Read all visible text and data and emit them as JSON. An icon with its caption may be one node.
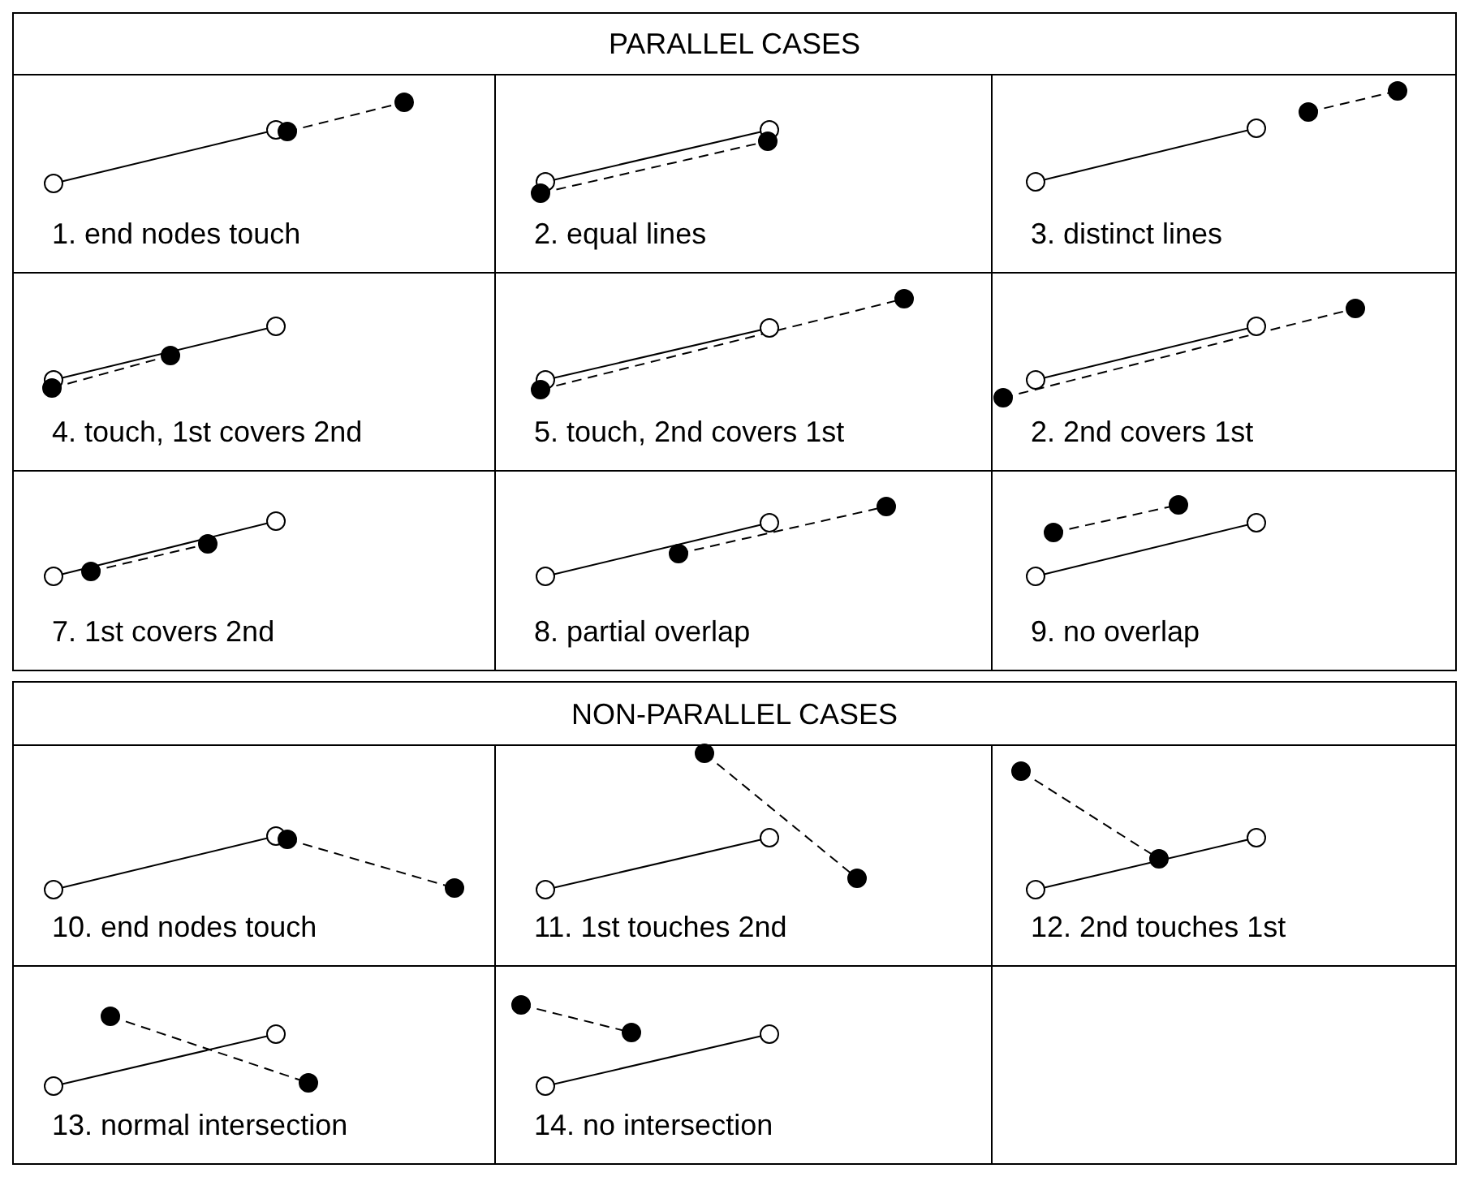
{
  "diagram": {
    "labels": [
      "PARALLEL CASES",
      "1. end nodes touch",
      "2. equal lines",
      "3. distinct lines",
      "4. touch, 1st covers 2nd",
      "5. touch, 2nd covers 1st",
      "2. 2nd covers 1st",
      "7. 1st covers 2nd",
      "8. partial overlap",
      "9. no overlap",
      "NON-PARALLEL CASES",
      "10. end nodes touch",
      "11. 1st touches 2nd",
      "12. 2nd touches 1st",
      "13. normal intersection",
      "14. no intersection"
    ]
  }
}
